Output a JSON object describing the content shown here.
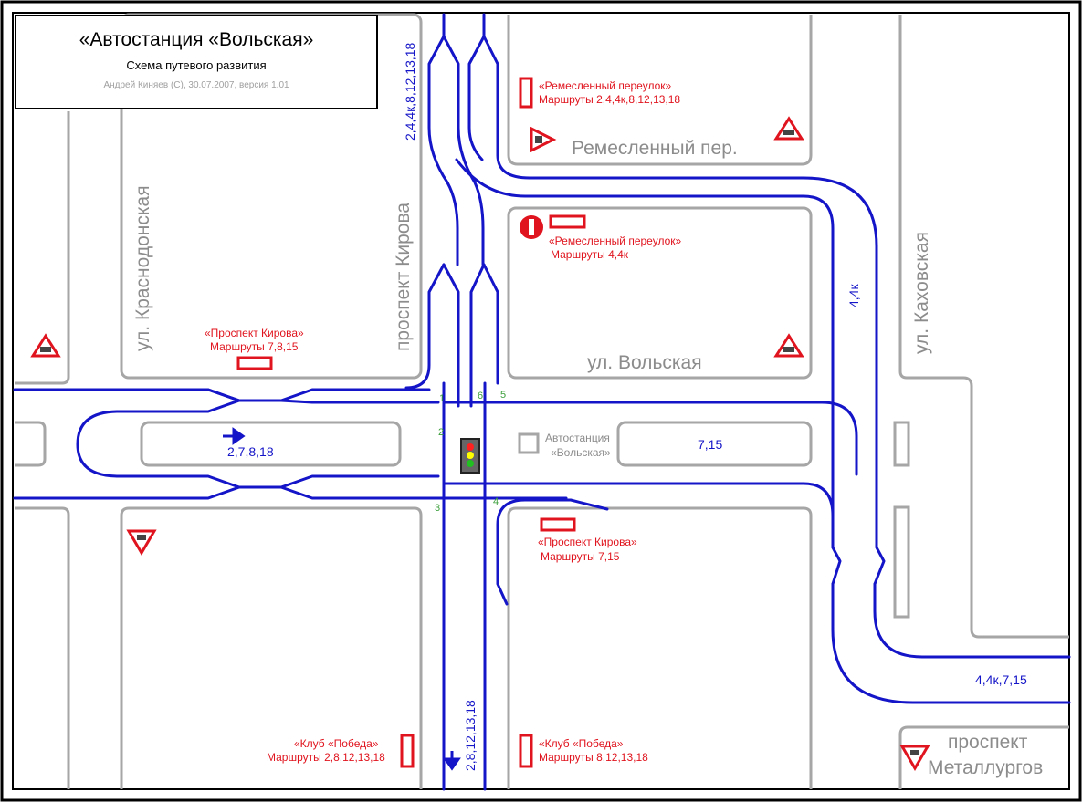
{
  "title": {
    "main": "«Автостанция «Вольская»",
    "subtitle": "Схема путевого развития",
    "author": "Андрей Киняев (С), 30.07.2007, версия 1.01"
  },
  "streets": {
    "krasnodonskaya": "ул. Краснодонская",
    "kirova": "проспект Кирова",
    "kakhovskaya": "ул. Каховская",
    "volskaya": "ул. Вольская",
    "remeslenny": "Ремесленный пер.",
    "metallurgov_1": "проспект",
    "metallurgov_2": "Металлургов"
  },
  "stops": {
    "remeslenny_1": {
      "name": "«Ремесленный переулок»",
      "routes": "Маршруты 2,4,4к,8,12,13,18"
    },
    "remeslenny_2": {
      "name": "«Ремесленный переулок»",
      "routes": "Маршруты 4,4к"
    },
    "kirova_west": {
      "name": "«Проспект Кирова»",
      "routes": "Маршруты 7,8,15"
    },
    "kirova_east": {
      "name": "«Проспект Кирова»",
      "routes": "Маршруты 7,15"
    },
    "pobeda_west": {
      "name": "«Клуб «Победа»",
      "routes": "Маршруты 2,8,12,13,18"
    },
    "pobeda_east": {
      "name": "«Клуб «Победа»",
      "routes": "Маршруты 8,12,13,18"
    }
  },
  "station": {
    "line1": "Автостанция",
    "line2": "«Вольская»"
  },
  "route_labels": {
    "north": "2,4,4к,8,12,13,18",
    "south": "2,8,12,13,18",
    "loop": "2,7,8,18",
    "station_island": "7,15",
    "east_vertical": "4,4к",
    "east_exit": "4,4к,7,15"
  },
  "lane_numbers": [
    "1",
    "2",
    "3",
    "4",
    "5",
    "6"
  ],
  "colors": {
    "route": "#1414c8",
    "block": "#a6a6a6",
    "stop": "#e0141e",
    "lane_number": "#3a9e3a"
  }
}
